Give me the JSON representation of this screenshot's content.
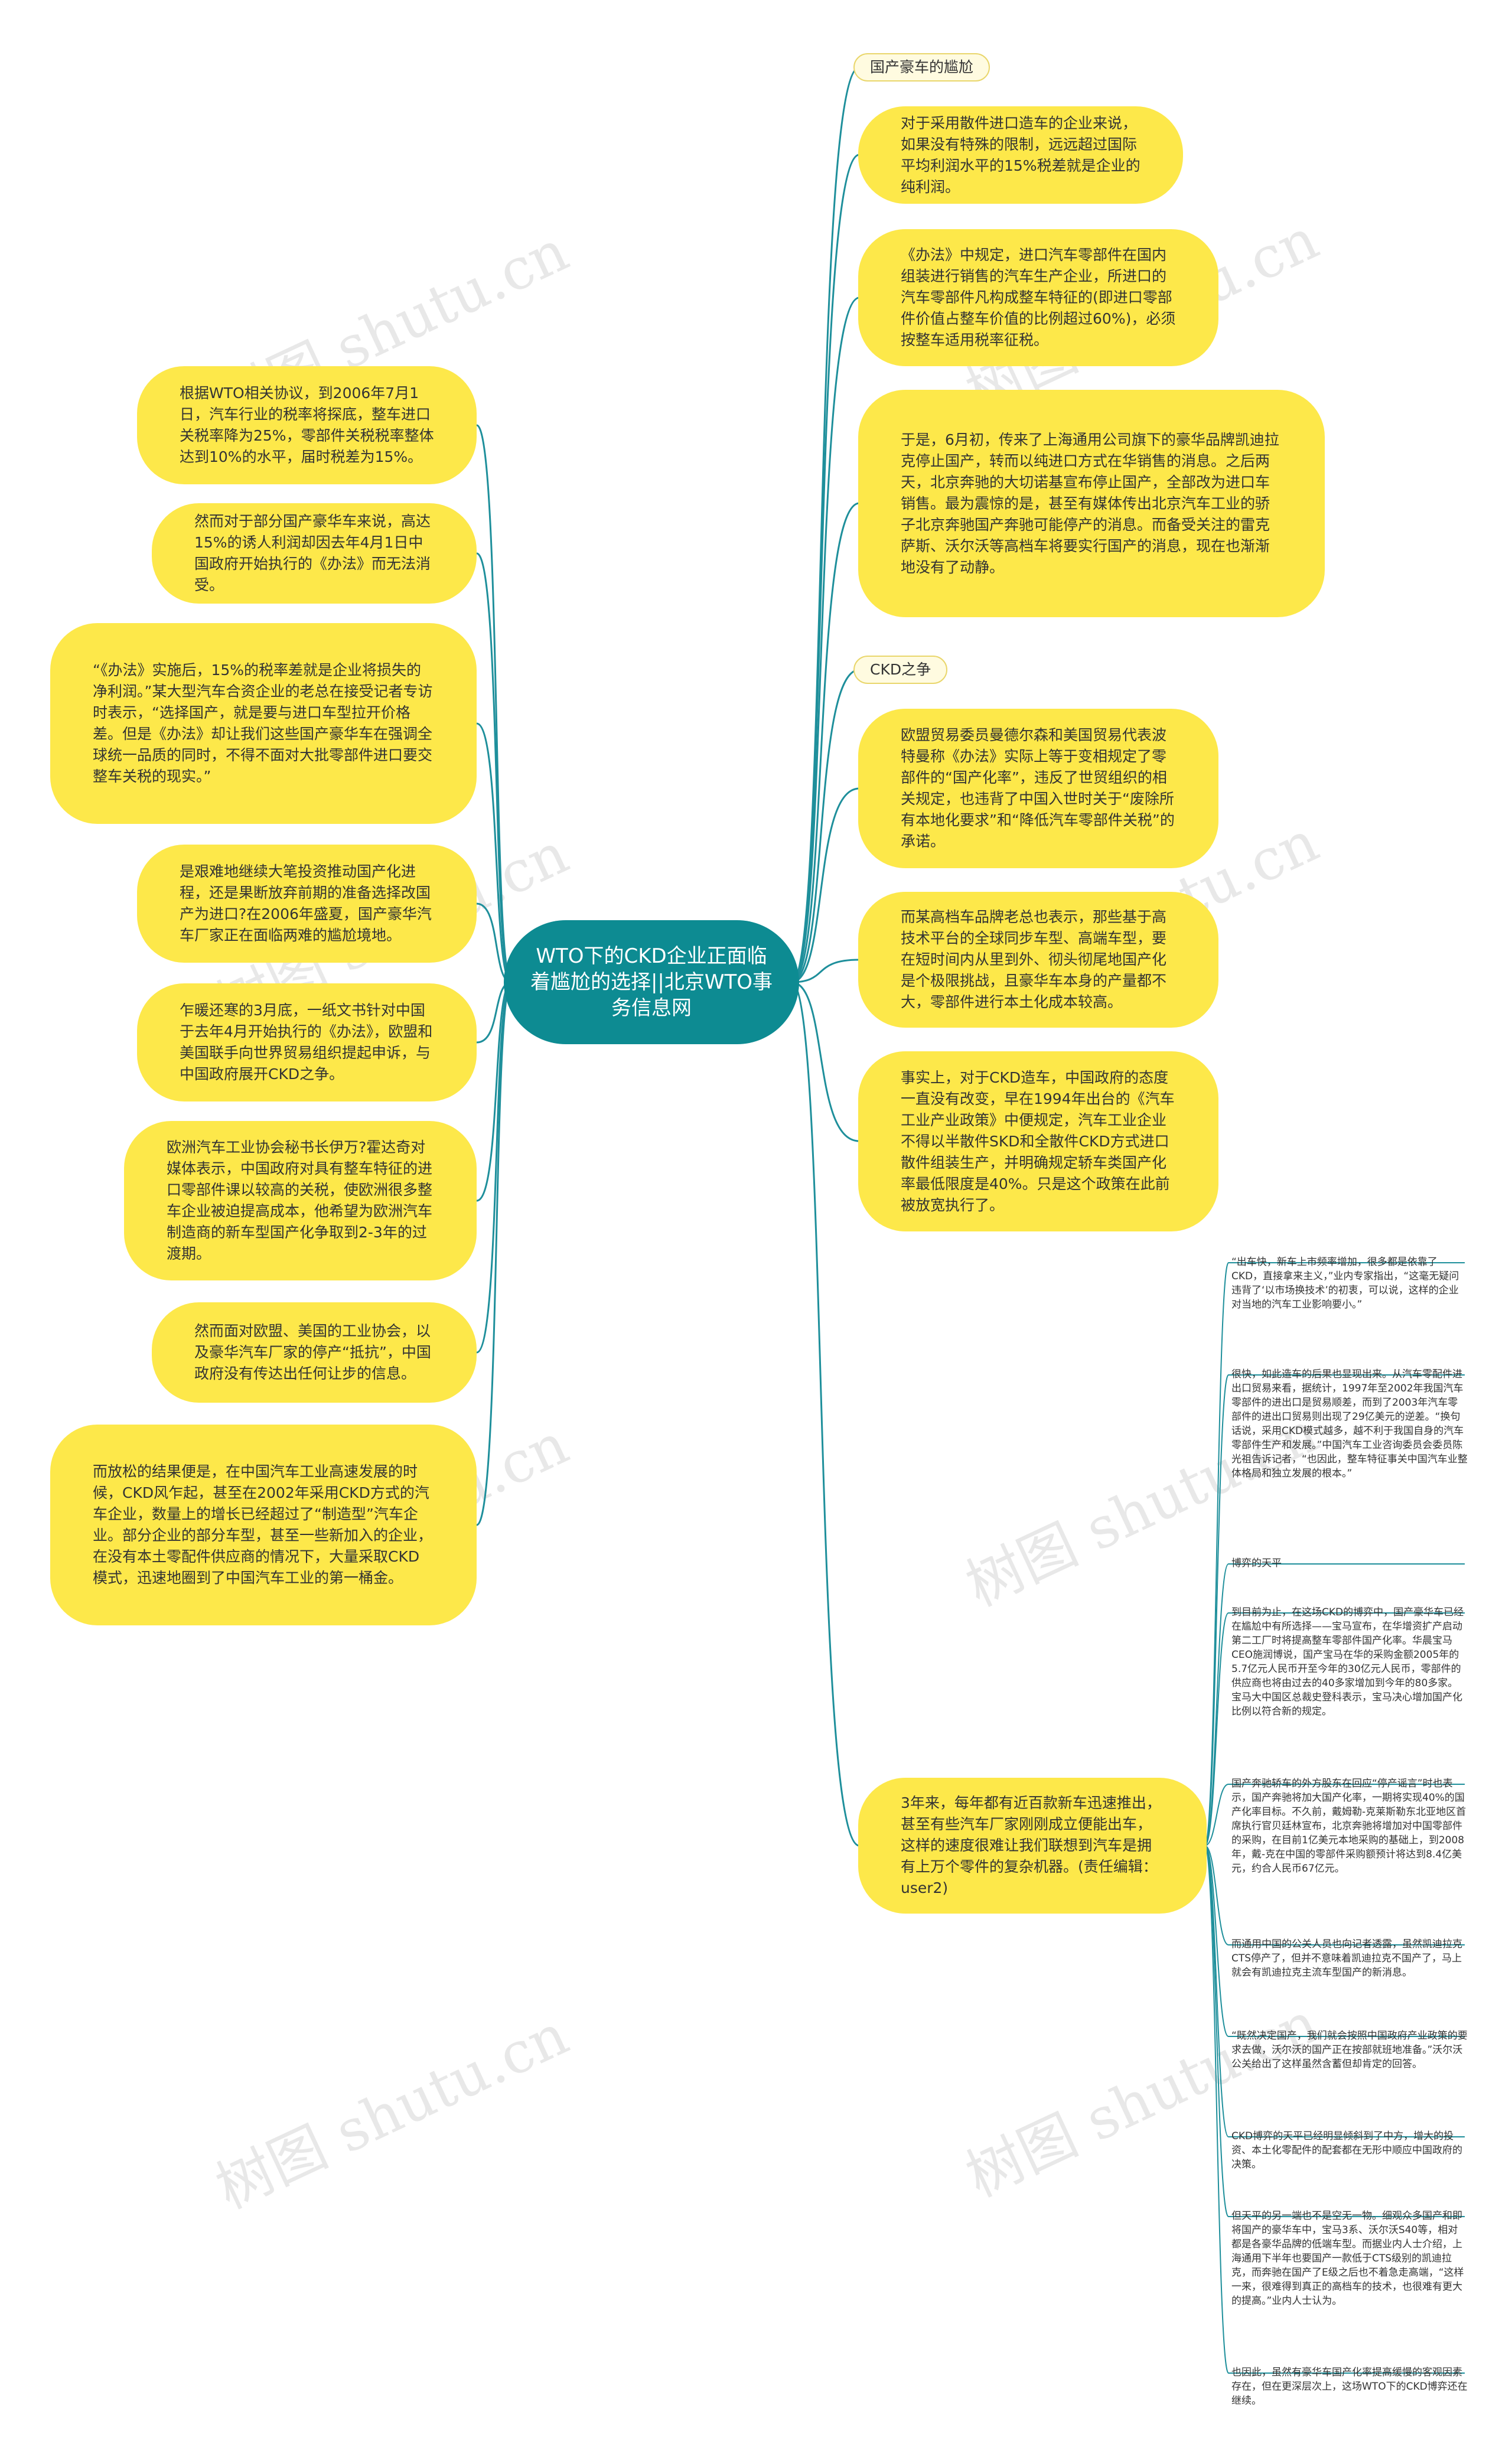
{
  "center": "WTO下的CKD企业正面临着尴尬的选择||北京WTO事务信息网",
  "watermark": "树图 shutu.cn",
  "colors": {
    "center": "#0d8b92",
    "node": "#fde84a",
    "link": "#1e8f9b"
  },
  "right_labels": [
    "国产豪车的尴尬",
    "CKD之争"
  ],
  "right_nodes": [
    "对于采用散件进口造车的企业来说，如果没有特殊的限制，远远超过国际平均利润水平的15%税差就是企业的纯利润。",
    "《办法》中规定，进口汽车零部件在国内组装进行销售的汽车生产企业，所进口的汽车零部件凡构成整车特征的(即进口零部件价值占整车价值的比例超过60%)，必须按整车适用税率征税。",
    "于是，6月初，传来了上海通用公司旗下的豪华品牌凯迪拉克停止国产，转而以纯进口方式在华销售的消息。之后两天，北京奔驰的大切诺基宣布停止国产，全部改为进口车销售。最为震惊的是，甚至有媒体传出北京汽车工业的骄子北京奔驰国产奔驰可能停产的消息。而备受关注的雷克萨斯、沃尔沃等高档车将要实行国产的消息，现在也渐渐地没有了动静。",
    "欧盟贸易委员曼德尔森和美国贸易代表波特曼称《办法》实际上等于变相规定了零部件的“国产化率”，违反了世贸组织的相关规定，也违背了中国入世时关于“废除所有本地化要求”和“降低汽车零部件关税”的承诺。",
    "而某高档车品牌老总也表示，那些基于高技术平台的全球同步车型、高端车型，要在短时间内从里到外、彻头彻尾地国产化是个极限挑战，且豪华车本身的产量都不大，零部件进行本土化成本较高。",
    "事实上，对于CKD造车，中国政府的态度一直没有改变，早在1994年出台的《汽车工业产业政策》中便规定，汽车工业企业不得以半散件SKD和全散件CKD方式进口散件组装生产，并明确规定轿车类国产化率最低限度是40%。只是这个政策在此前被放宽执行了。",
    "3年来，每年都有近百款新车迅速推出，甚至有些汽车厂家刚刚成立便能出车，这样的速度很难让我们联想到汽车是拥有上万个零件的复杂机器。(责任编辑：user2)"
  ],
  "left_nodes": [
    "根据WTO相关协议，到2006年7月1日，汽车行业的税率将探底，整车进口关税率降为25%，零部件关税税率整体达到10%的水平，届时税差为15%。",
    "然而对于部分国产豪华车来说，高达15%的诱人利润却因去年4月1日中国政府开始执行的《办法》而无法消受。",
    "“《办法》实施后，15%的税率差就是企业将损失的净利润。”某大型汽车合资企业的老总在接受记者专访时表示，“选择国产，就是要与进口车型拉开价格差。但是《办法》却让我们这些国产豪华车在强调全球统一品质的同时，不得不面对大批零部件进口要交整车关税的现实。”",
    "是艰难地继续大笔投资推动国产化进程，还是果断放弃前期的准备选择改国产为进口?在2006年盛夏，国产豪华汽车厂家正在面临两难的尴尬境地。",
    "乍暖还寒的3月底，一纸文书针对中国于去年4月开始执行的《办法》，欧盟和美国联手向世界贸易组织提起申诉，与中国政府展开CKD之争。",
    "欧洲汽车工业协会秘书长伊万?霍达奇对媒体表示，中国政府对具有整车特征的进口零部件课以较高的关税，使欧洲很多整车企业被迫提高成本，他希望为欧洲汽车制造商的新车型国产化争取到2-3年的过渡期。",
    "然而面对欧盟、美国的工业协会，以及豪华汽车厂家的停产“抵抗”，中国政府没有传达出任何让步的信息。",
    "而放松的结果便是，在中国汽车工业高速发展的时候，CKD风乍起，甚至在2002年采用CKD方式的汽车企业，数量上的增长已经超过了“制造型”汽车企业。部分企业的部分车型，甚至一些新加入的企业，在没有本土零配件供应商的情况下，大量采取CKD模式，迅速地圈到了中国汽车工业的第一桶金。"
  ],
  "leaves": [
    "“出车快，新车上市频率增加，很多都是依靠了CKD，直接拿来主义，”业内专家指出，“这毫无疑问违背了‘以市场换技术’的初衷，可以说，这样的企业对当地的汽车工业影响要小。”",
    "很快，如此造车的后果也显现出来。从汽车零配件进出口贸易来看，据统计，1997年至2002年我国汽车零部件的进出口是贸易顺差，而到了2003年汽车零部件的进出口贸易则出现了29亿美元的逆差。“换句话说，采用CKD模式越多，越不利于我国自身的汽车零部件生产和发展。”中国汽车工业咨询委员会委员陈光祖告诉记者，“也因此，整车特征事关中国汽车业整体格局和独立发展的根本。”",
    "博弈的天平",
    "到目前为止，在这场CKD的博弈中，国产豪华车已经在尴尬中有所选择——宝马宣布，在华增资扩产启动第二工厂时将提高整车零部件国产化率。华晨宝马CEO施润博说，国产宝马在华的采购金额2005年的5.7亿元人民币开至今年的30亿元人民币，零部件的供应商也将由过去的40多家增加到今年的80多家。宝马大中国区总裁史登科表示，宝马决心增加国产化比例以符合新的规定。",
    "国产奔驰轿车的外方股东在回应“停产谣言”时也表示，国产奔驰将加大国产化率，一期将实现40%的国产化率目标。不久前，戴姆勒-克莱斯勒东北亚地区首席执行官贝廷林宣布，北京奔驰将增加对中国零部件的采购，在目前1亿美元本地采购的基础上，到2008年，戴-克在中国的零部件采购额预计将达到8.4亿美元，约合人民币67亿元。",
    "而通用中国的公关人员也向记者透露，虽然凯迪拉克CTS停产了，但并不意味着凯迪拉克不国产了，马上就会有凯迪拉克主流车型国产的新消息。",
    "“既然决定国产，我们就会按照中国政府产业政策的要求去做，沃尔沃的国产正在按部就班地准备。”沃尔沃公关给出了这样虽然含蓄但却肯定的回答。",
    "CKD博弈的天平已经明显倾斜到了中方，增大的投资、本土化零配件的配套都在无形中顺应中国政府的决策。",
    "但天平的另一端也不是空无一物。细观众多国产和即将国产的豪华车中，宝马3系、沃尔沃S40等，相对都是各豪华品牌的低端车型。而据业内人士介绍，上海通用下半年也要国产一款低于CTS级别的凯迪拉克，而奔驰在国产了E级之后也不着急走高端，“这样一来，很难得到真正的高档车的技术，也很难有更大的提高。”业内人士认为。",
    "也因此，虽然有豪华车国产化率提高缓慢的客观因素存在，但在更深层次上，这场WTO下的CKD博弈还在继续。"
  ]
}
